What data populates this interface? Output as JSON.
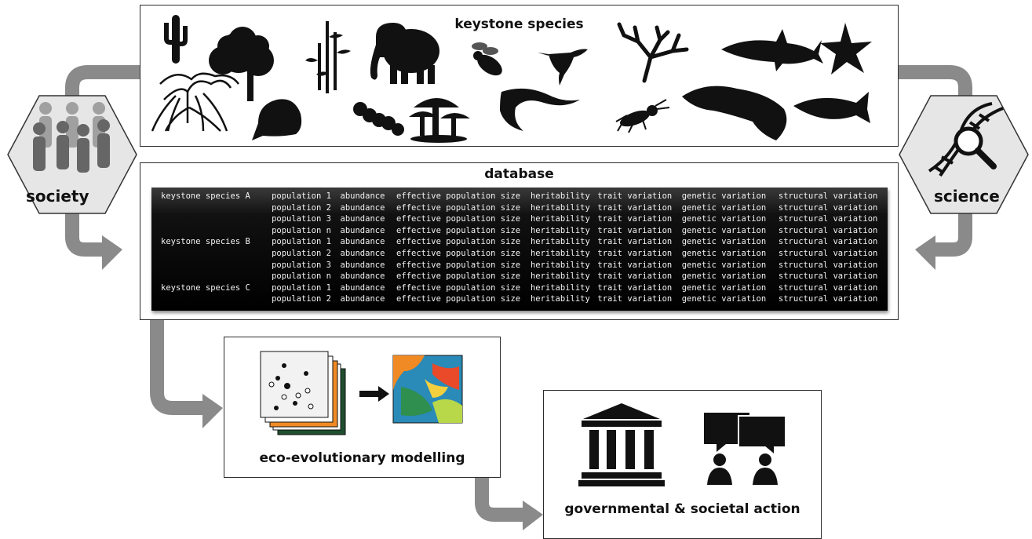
{
  "species_panel": {
    "title": "keystone species",
    "icons": [
      "cactus-icon",
      "tree-icon",
      "bamboo-icon",
      "elephant-icon",
      "bee-icon",
      "hummingbird-icon",
      "coral-icon",
      "shark-icon",
      "starfish-icon",
      "mangrove-icon",
      "beaver-icon",
      "caterpillar-icon",
      "mushroom-icon",
      "shrimp-icon",
      "termite-icon",
      "crocodile-icon",
      "salmon-icon"
    ]
  },
  "database": {
    "title": "database",
    "rows": [
      {
        "species": "keystone species A",
        "population": "population 1"
      },
      {
        "species": "",
        "population": "population 2"
      },
      {
        "species": "",
        "population": "population 3"
      },
      {
        "species": "",
        "population": "population n"
      },
      {
        "species": "keystone species B",
        "population": "population 1"
      },
      {
        "species": "",
        "population": "population 2"
      },
      {
        "species": "",
        "population": "population 3"
      },
      {
        "species": "",
        "population": "population n"
      },
      {
        "species": "keystone species C",
        "population": "population 1"
      },
      {
        "species": "",
        "population": "population 2"
      }
    ],
    "fields": [
      "abundance",
      "effective population size",
      "heritability",
      "trait variation",
      "genetic variation",
      "structural variation"
    ]
  },
  "society": {
    "label": "society",
    "icon": "people-icon"
  },
  "science": {
    "label": "science",
    "icon": "dna-magnifier-icon"
  },
  "modelling": {
    "title": "eco-evolutionary  modelling",
    "icons": [
      "map-layers-icon",
      "arrow-right-icon",
      "heatmap-icon"
    ]
  },
  "action": {
    "title": "governmental & societal action",
    "icons": [
      "government-building-icon",
      "people-talking-icon"
    ]
  },
  "colors": {
    "arrow": "#808080",
    "hexagon": "#e6e6e6",
    "terminal": "#000000",
    "heatmap_orange": "#f08a24",
    "heatmap_green": "#2f8f4e"
  }
}
